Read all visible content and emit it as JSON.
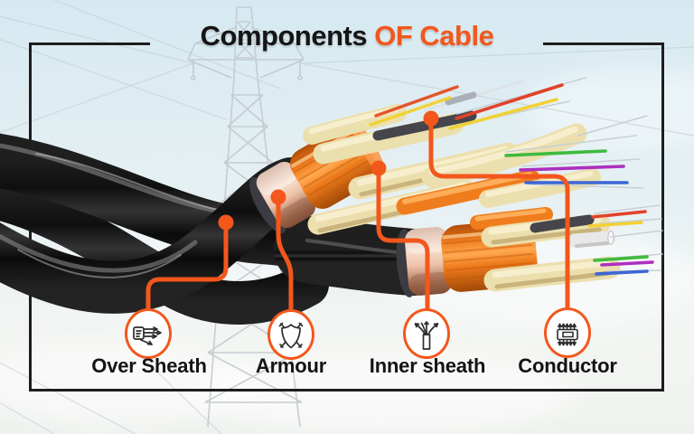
{
  "title": {
    "part1": "Components",
    "part2": "OF Cable"
  },
  "colors": {
    "accent": "#F3571C",
    "frame": "#1D1D1D",
    "label_text": "#131313",
    "sky_top": "#D7EAF2",
    "cable_black": "#1A1A1A",
    "armour_copper": "#EFC3AB",
    "sheath_orange": "#F07F22",
    "buffer_cream": "#EFE2B2"
  },
  "components": [
    {
      "label": "Over Sheath",
      "icon": "stripped-cable-icon"
    },
    {
      "label": "Armour",
      "icon": "shield-swords-icon"
    },
    {
      "label": "Inner sheath",
      "icon": "frayed-cable-icon"
    },
    {
      "label": "Conductor",
      "icon": "chip-pins-icon"
    }
  ]
}
